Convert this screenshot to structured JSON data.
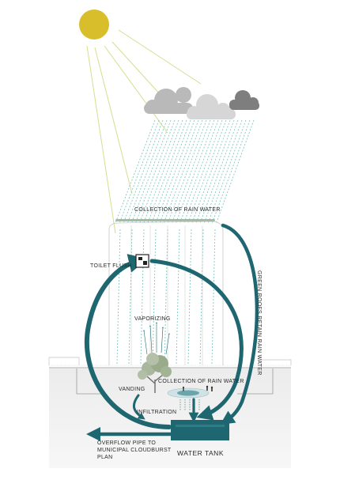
{
  "labels": {
    "collection_top": "COLLECTION OF RAIN WATER",
    "toilet_flush": "TOILET FLUSH",
    "green_roofs": "GREEN ROOFS RETAIN RAIN WATER",
    "vaporizing": "VAPORIZING",
    "collection_ground": "COLLECTION OF RAIN WATER",
    "vanding": "VANDING",
    "infiltration": "INFILTRATION",
    "overflow_line1": "OVERFLOW PIPE TO",
    "overflow_line2": "MUNICIPAL CLOUDBURST",
    "overflow_line3": "PLAN",
    "water_tank": "WATER TANK"
  },
  "icons": {
    "sun": "sun-icon",
    "cloud": "cloud-icon",
    "toilet": "toilet-icon",
    "tree": "tree-icon"
  },
  "colors": {
    "sun": "#D9BE2C",
    "sun_ray": "#D7DD8E",
    "rain": "#7FC9C2",
    "water_flow": "#1E6770",
    "cloud_light": "#D6D6D6",
    "cloud_mid": "#B9B9B9",
    "cloud_dark": "#7E7E7E",
    "building_line": "#C7C7C7",
    "ground": "#EDEDED"
  }
}
